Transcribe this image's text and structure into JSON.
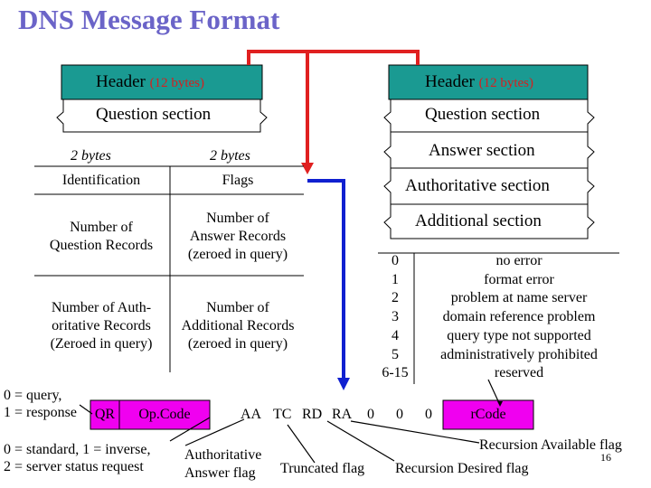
{
  "title": "DNS Message Format",
  "left_stack": {
    "header": "Header",
    "header_size": "(12 bytes)",
    "question": "Question section"
  },
  "right_stack": {
    "header": "Header",
    "header_size": "(12 bytes)",
    "question": "Question section",
    "answer": "Answer section",
    "authoritative": "Authoritative section",
    "additional": "Additional section"
  },
  "header_table": {
    "col_labels": [
      "2 bytes",
      "2 bytes"
    ],
    "rows": [
      [
        "Identification",
        "Flags"
      ],
      [
        "Number of\nQuestion Records",
        "Number of\nAnswer Records\n(zeroed in query)"
      ],
      [
        "Number of Auth-\noritative Records\n(Zeroed in query)",
        "Number of\nAdditional Records\n(zeroed in query)"
      ]
    ]
  },
  "rcode_table": {
    "codes": [
      "0",
      "1",
      "2",
      "3",
      "4",
      "5",
      "6-15"
    ],
    "meanings": [
      "no error",
      "format error",
      "problem at name server",
      "domain reference problem",
      "query type not supported",
      "administratively prohibited",
      "reserved"
    ]
  },
  "flags": {
    "qr_note": "0 = query,\n1 = response",
    "qr": "QR",
    "opcode": "Op.Code",
    "aa": "AA",
    "tc": "TC",
    "rd": "RD",
    "ra": "RA",
    "zero1": "0",
    "zero2": "0",
    "zero3": "0",
    "rcode": "rCode",
    "opcode_note": "0 = standard, 1 = inverse,\n2 = server status request",
    "aa_note": "Authoritative\nAnswer flag",
    "tc_note": "Truncated flag",
    "rd_note": "Recursion Desired flag",
    "ra_note": "Recursion Available flag"
  },
  "page_number": "16",
  "colors": {
    "title": "#6b64c8",
    "header_fill": "#1a9a92",
    "red_connector": "#e02020",
    "blue_connector": "#1020d0",
    "flag_fill": "#f000f0",
    "small_text": "#d42020"
  }
}
